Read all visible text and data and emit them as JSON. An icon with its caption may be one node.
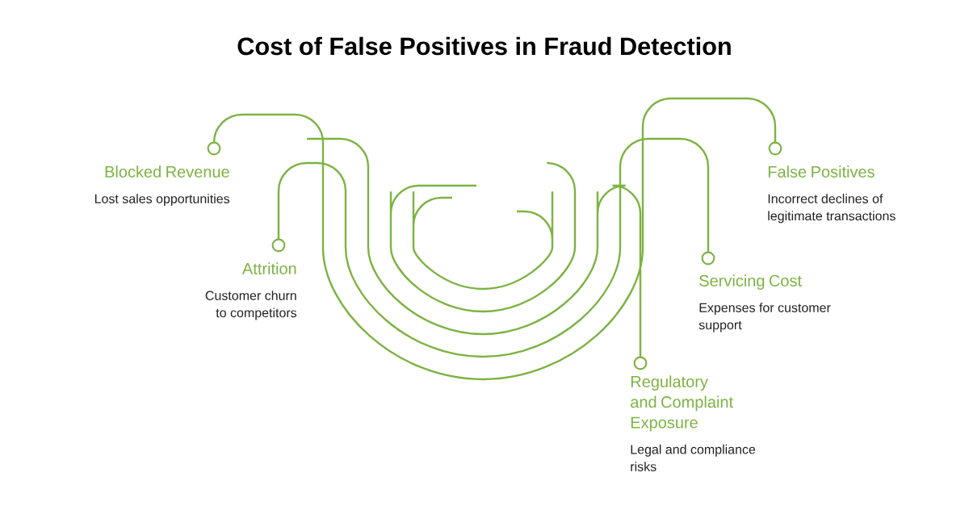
{
  "diagram": {
    "title": "Cost of False Positives in Fraud Detection",
    "nodes": [
      {
        "text": [
          "Blocked Revenue",
          "Lost sales opportunities"
        ]
      },
      {
        "text": [
          "Attrition",
          "Customer churn to competitors"
        ]
      },
      {
        "text": [
          "False Positives",
          "Incorrect declines of legitimate transactions"
        ]
      },
      {
        "text": [
          "Servicing Cost",
          "Expenses for customer support"
        ]
      },
      {
        "text": [
          "Regulatory and Complaint Exposure",
          "Legal and compliance risks"
        ]
      }
    ]
  }
}
